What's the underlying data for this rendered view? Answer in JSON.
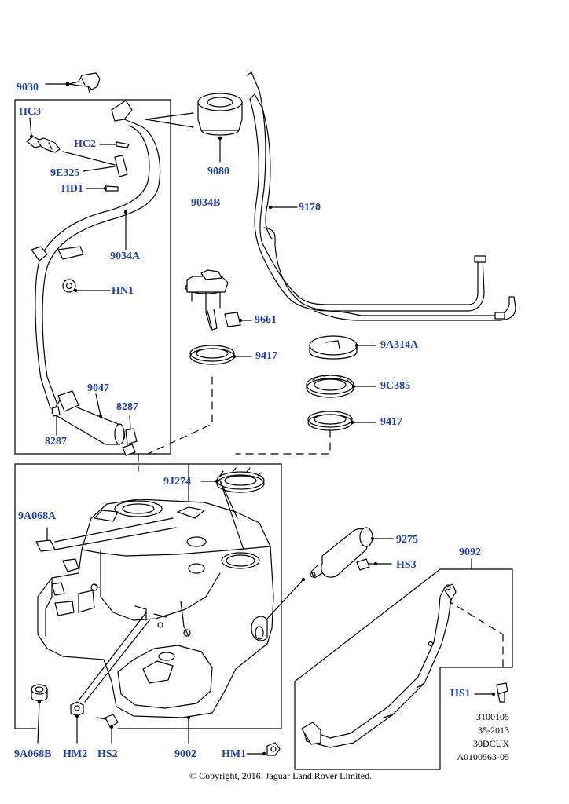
{
  "labels": {
    "p9030": "9030",
    "hc3": "HC3",
    "hc2": "HC2",
    "p9e325": "9E325",
    "hd1": "HD1",
    "p9080": "9080",
    "p9034b": "9034B",
    "p9170": "9170",
    "p9034a": "9034A",
    "hn1": "HN1",
    "p9661": "9661",
    "p9417a": "9417",
    "p9a314a": "9A314A",
    "p9c385": "9C385",
    "p9417b": "9417",
    "p9047": "9047",
    "p8287a": "8287",
    "p8287b": "8287",
    "p9j274": "9J274",
    "p9a068a": "9A068A",
    "p9275": "9275",
    "hs3": "HS3",
    "p9092": "9092",
    "hs1": "HS1",
    "p9a068b": "9A068B",
    "hm2": "HM2",
    "hs2": "HS2",
    "p9002": "9002",
    "hm1": "HM1"
  },
  "meta": {
    "line1": "3100105",
    "line2": "35-2013",
    "line3": "30DCUX",
    "line4": "A0100563-05"
  },
  "copyright": "© Copyright, 2016. Jaguar Land Rover Limited.",
  "colors": {
    "label": "#1f3fa8",
    "line": "#000000"
  }
}
